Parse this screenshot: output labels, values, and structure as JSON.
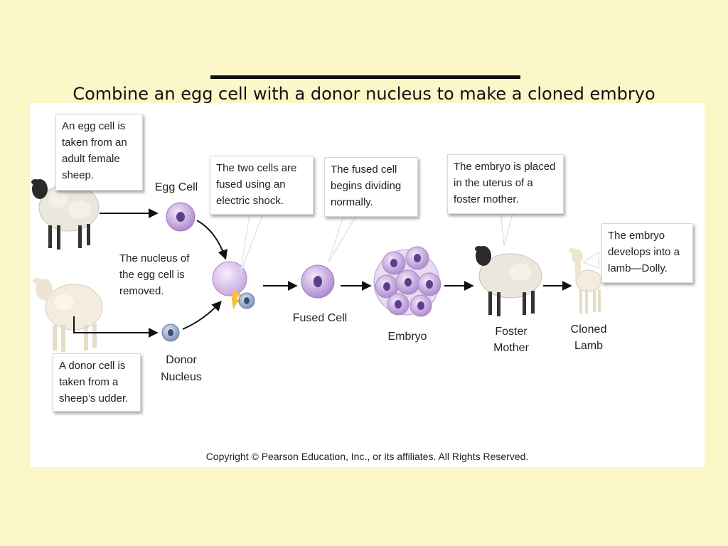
{
  "slide": {
    "title_blank": "",
    "subtitle": "Combine an egg cell with a donor nucleus to make a cloned embryo"
  },
  "figure": {
    "callouts": {
      "egg_source": "An egg cell is taken from an adult female sheep.",
      "fuse": "The two cells are fused using an electric shock.",
      "divide": "The fused cell begins dividing normally.",
      "implant": "The embryo is placed in the uterus of a foster mother.",
      "develop": "The embryo develops into a lamb—Dolly.",
      "donor_source": "A donor cell is taken from a sheep’s udder."
    },
    "labels": {
      "egg_cell": "Egg Cell",
      "nucleus_removed": "The nucleus of the egg cell is removed.",
      "donor_nucleus": "Donor Nucleus",
      "fused_cell": "Fused Cell",
      "embryo": "Embryo",
      "foster_mother": "Foster Mother",
      "cloned_lamb": "Cloned Lamb"
    },
    "copyright": "Copyright © Pearson Education, Inc., or its affiliates.  All Rights Reserved."
  }
}
